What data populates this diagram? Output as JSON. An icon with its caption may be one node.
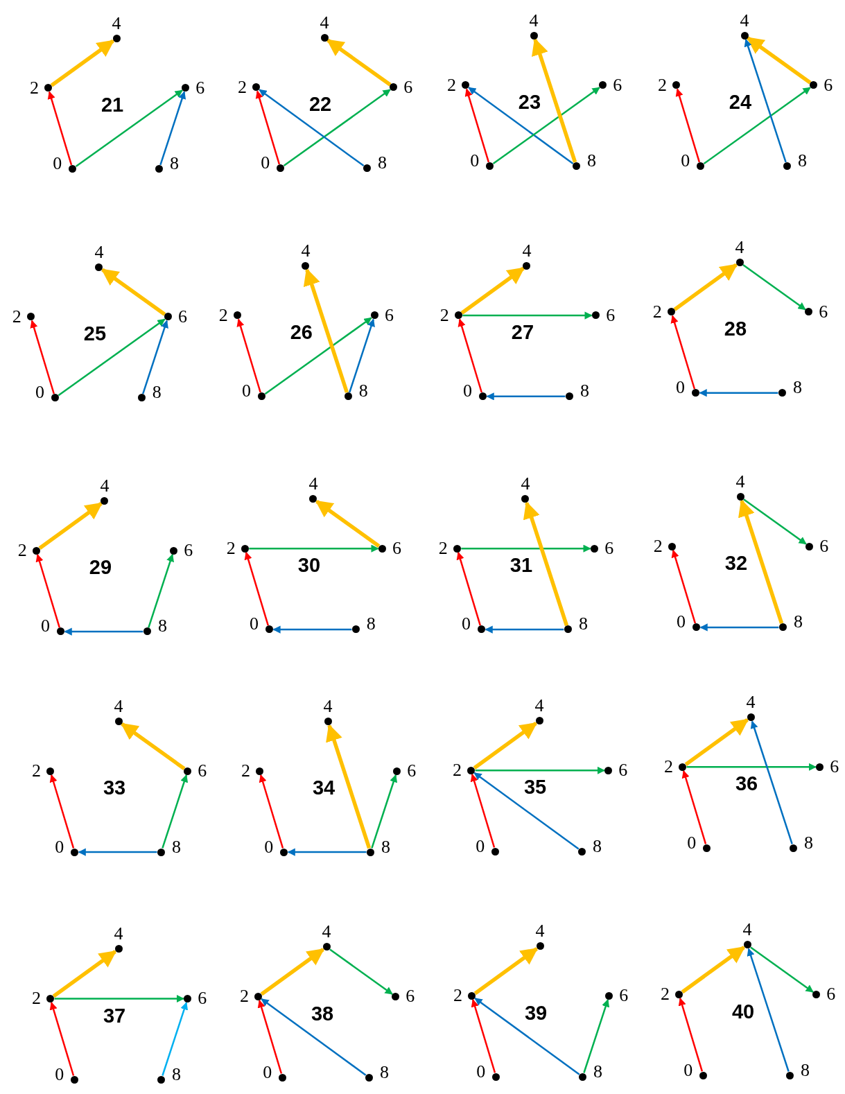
{
  "diagram": {
    "nodes": [
      {
        "text": [
          "4"
        ]
      },
      {
        "text": [
          "2"
        ]
      },
      {
        "text": [
          "6"
        ]
      },
      {
        "text": [
          "0"
        ]
      },
      {
        "text": [
          "8"
        ]
      },
      {
        "text": [
          "4"
        ]
      },
      {
        "text": [
          "2"
        ]
      },
      {
        "text": [
          "6"
        ]
      },
      {
        "text": [
          "0"
        ]
      },
      {
        "text": [
          "8"
        ]
      },
      {
        "text": [
          "4"
        ]
      },
      {
        "text": [
          "2"
        ]
      },
      {
        "text": [
          "6"
        ]
      },
      {
        "text": [
          "0"
        ]
      },
      {
        "text": [
          "8"
        ]
      },
      {
        "text": [
          "4"
        ]
      },
      {
        "text": [
          "2"
        ]
      },
      {
        "text": [
          "6"
        ]
      },
      {
        "text": [
          "0"
        ]
      },
      {
        "text": [
          "8"
        ]
      },
      {
        "text": [
          "4"
        ]
      },
      {
        "text": [
          "2"
        ]
      },
      {
        "text": [
          "6"
        ]
      },
      {
        "text": [
          "0"
        ]
      },
      {
        "text": [
          "8"
        ]
      },
      {
        "text": [
          "4"
        ]
      },
      {
        "text": [
          "2"
        ]
      },
      {
        "text": [
          "6"
        ]
      },
      {
        "text": [
          "0"
        ]
      },
      {
        "text": [
          "8"
        ]
      },
      {
        "text": [
          "4"
        ]
      },
      {
        "text": [
          "2"
        ]
      },
      {
        "text": [
          "6"
        ]
      },
      {
        "text": [
          "0"
        ]
      },
      {
        "text": [
          "8"
        ]
      },
      {
        "text": [
          "4"
        ]
      },
      {
        "text": [
          "2"
        ]
      },
      {
        "text": [
          "6"
        ]
      },
      {
        "text": [
          "0"
        ]
      },
      {
        "text": [
          "8"
        ]
      },
      {
        "text": [
          "4"
        ]
      },
      {
        "text": [
          "2"
        ]
      },
      {
        "text": [
          "6"
        ]
      },
      {
        "text": [
          "0"
        ]
      },
      {
        "text": [
          "8"
        ]
      },
      {
        "text": [
          "4"
        ]
      },
      {
        "text": [
          "2"
        ]
      },
      {
        "text": [
          "6"
        ]
      },
      {
        "text": [
          "0"
        ]
      },
      {
        "text": [
          "8"
        ]
      },
      {
        "text": [
          "4"
        ]
      },
      {
        "text": [
          "2"
        ]
      },
      {
        "text": [
          "6"
        ]
      },
      {
        "text": [
          "0"
        ]
      },
      {
        "text": [
          "8"
        ]
      },
      {
        "text": [
          "4"
        ]
      },
      {
        "text": [
          "2"
        ]
      },
      {
        "text": [
          "6"
        ]
      },
      {
        "text": [
          "0"
        ]
      },
      {
        "text": [
          "8"
        ]
      },
      {
        "text": [
          "4"
        ]
      },
      {
        "text": [
          "2"
        ]
      },
      {
        "text": [
          "6"
        ]
      },
      {
        "text": [
          "0"
        ]
      },
      {
        "text": [
          "8"
        ]
      },
      {
        "text": [
          "4"
        ]
      },
      {
        "text": [
          "2"
        ]
      },
      {
        "text": [
          "6"
        ]
      },
      {
        "text": [
          "0"
        ]
      },
      {
        "text": [
          "8"
        ]
      },
      {
        "text": [
          "4"
        ]
      },
      {
        "text": [
          "2"
        ]
      },
      {
        "text": [
          "6"
        ]
      },
      {
        "text": [
          "0"
        ]
      },
      {
        "text": [
          "8"
        ]
      },
      {
        "text": [
          "4"
        ]
      },
      {
        "text": [
          "2"
        ]
      },
      {
        "text": [
          "6"
        ]
      },
      {
        "text": [
          "0"
        ]
      },
      {
        "text": [
          "8"
        ]
      },
      {
        "text": [
          "4"
        ]
      },
      {
        "text": [
          "2"
        ]
      },
      {
        "text": [
          "6"
        ]
      },
      {
        "text": [
          "0"
        ]
      },
      {
        "text": [
          "8"
        ]
      },
      {
        "text": [
          "4"
        ]
      },
      {
        "text": [
          "2"
        ]
      },
      {
        "text": [
          "6"
        ]
      },
      {
        "text": [
          "0"
        ]
      },
      {
        "text": [
          "8"
        ]
      },
      {
        "text": [
          "4"
        ]
      },
      {
        "text": [
          "2"
        ]
      },
      {
        "text": [
          "6"
        ]
      },
      {
        "text": [
          "0"
        ]
      },
      {
        "text": [
          "8"
        ]
      },
      {
        "text": [
          "4"
        ]
      },
      {
        "text": [
          "2"
        ]
      },
      {
        "text": [
          "6"
        ]
      },
      {
        "text": [
          "0"
        ]
      },
      {
        "text": [
          "8"
        ]
      }
    ],
    "edges": [
      {
        "from": 1,
        "to": 0,
        "arrow": "to",
        "style": "thick",
        "color": "#ffc000"
      },
      {
        "from": 3,
        "to": 1,
        "arrow": "to",
        "color": "#ff0000"
      },
      {
        "from": 3,
        "to": 2,
        "arrow": "to",
        "color": "#00b050"
      },
      {
        "from": 4,
        "to": 2,
        "arrow": "to",
        "color": "#0070c0"
      },
      {
        "from": 7,
        "to": 5,
        "arrow": "to",
        "style": "thick",
        "color": "#ffc000"
      },
      {
        "from": 8,
        "to": 6,
        "arrow": "to",
        "color": "#ff0000"
      },
      {
        "from": 8,
        "to": 7,
        "arrow": "to",
        "color": "#00b050"
      },
      {
        "from": 9,
        "to": 6,
        "arrow": "to",
        "color": "#0070c0"
      },
      {
        "from": 13,
        "to": 11,
        "arrow": "to",
        "color": "#ff0000"
      },
      {
        "from": 14,
        "to": 11,
        "arrow": "to",
        "color": "#0070c0"
      },
      {
        "from": 13,
        "to": 12,
        "arrow": "to",
        "color": "#00b050"
      },
      {
        "from": 14,
        "to": 10,
        "arrow": "to",
        "style": "thick",
        "color": "#ffc000"
      },
      {
        "from": 18,
        "to": 16,
        "arrow": "to",
        "color": "#ff0000"
      },
      {
        "from": 18,
        "to": 17,
        "arrow": "to",
        "color": "#00b050"
      },
      {
        "from": 17,
        "to": 15,
        "arrow": "to",
        "style": "thick",
        "color": "#ffc000"
      },
      {
        "from": 19,
        "to": 15,
        "arrow": "to",
        "color": "#0070c0"
      },
      {
        "from": 23,
        "to": 21,
        "arrow": "to",
        "color": "#ff0000"
      },
      {
        "from": 23,
        "to": 22,
        "arrow": "to",
        "color": "#00b050"
      },
      {
        "from": 22,
        "to": 20,
        "arrow": "to",
        "style": "thick",
        "color": "#ffc000"
      },
      {
        "from": 24,
        "to": 22,
        "arrow": "to",
        "color": "#0070c0"
      },
      {
        "from": 28,
        "to": 26,
        "arrow": "to",
        "color": "#ff0000"
      },
      {
        "from": 28,
        "to": 27,
        "arrow": "to",
        "color": "#00b050"
      },
      {
        "from": 29,
        "to": 25,
        "arrow": "to",
        "style": "thick",
        "color": "#ffc000"
      },
      {
        "from": 29,
        "to": 27,
        "arrow": "to",
        "color": "#0070c0"
      },
      {
        "from": 33,
        "to": 31,
        "arrow": "to",
        "color": "#ff0000"
      },
      {
        "from": 31,
        "to": 30,
        "arrow": "to",
        "style": "thick",
        "color": "#ffc000"
      },
      {
        "from": 31,
        "to": 32,
        "arrow": "to",
        "color": "#00b050"
      },
      {
        "from": 34,
        "to": 33,
        "arrow": "to",
        "color": "#0070c0"
      },
      {
        "from": 38,
        "to": 36,
        "arrow": "to",
        "color": "#ff0000"
      },
      {
        "from": 36,
        "to": 35,
        "arrow": "to",
        "style": "thick",
        "color": "#ffc000"
      },
      {
        "from": 35,
        "to": 37,
        "arrow": "to",
        "color": "#00b050"
      },
      {
        "from": 39,
        "to": 38,
        "arrow": "to",
        "color": "#0070c0"
      },
      {
        "from": 43,
        "to": 41,
        "arrow": "to",
        "color": "#ff0000"
      },
      {
        "from": 41,
        "to": 40,
        "arrow": "to",
        "style": "thick",
        "color": "#ffc000"
      },
      {
        "from": 44,
        "to": 42,
        "arrow": "to",
        "color": "#00b050"
      },
      {
        "from": 44,
        "to": 43,
        "arrow": "to",
        "color": "#0070c0"
      },
      {
        "from": 48,
        "to": 46,
        "arrow": "to",
        "color": "#ff0000"
      },
      {
        "from": 47,
        "to": 45,
        "arrow": "to",
        "style": "thick",
        "color": "#ffc000"
      },
      {
        "from": 46,
        "to": 47,
        "arrow": "to",
        "color": "#00b050"
      },
      {
        "from": 49,
        "to": 48,
        "arrow": "to",
        "color": "#0070c0"
      },
      {
        "from": 53,
        "to": 51,
        "arrow": "to",
        "color": "#ff0000"
      },
      {
        "from": 51,
        "to": 52,
        "arrow": "to",
        "color": "#00b050"
      },
      {
        "from": 54,
        "to": 50,
        "arrow": "to",
        "style": "thick",
        "color": "#ffc000"
      },
      {
        "from": 54,
        "to": 53,
        "arrow": "to",
        "color": "#0070c0"
      },
      {
        "from": 58,
        "to": 56,
        "arrow": "to",
        "color": "#ff0000"
      },
      {
        "from": 55,
        "to": 57,
        "arrow": "to",
        "color": "#00b050"
      },
      {
        "from": 59,
        "to": 55,
        "arrow": "to",
        "style": "thick",
        "color": "#ffc000"
      },
      {
        "from": 59,
        "to": 58,
        "arrow": "to",
        "color": "#0070c0"
      },
      {
        "from": 63,
        "to": 61,
        "arrow": "to",
        "color": "#ff0000"
      },
      {
        "from": 62,
        "to": 60,
        "arrow": "to",
        "style": "thick",
        "color": "#ffc000"
      },
      {
        "from": 64,
        "to": 62,
        "arrow": "to",
        "color": "#00b050"
      },
      {
        "from": 64,
        "to": 63,
        "arrow": "to",
        "color": "#0070c0"
      },
      {
        "from": 68,
        "to": 66,
        "arrow": "to",
        "color": "#ff0000"
      },
      {
        "from": 69,
        "to": 65,
        "arrow": "to",
        "style": "thick",
        "color": "#ffc000"
      },
      {
        "from": 69,
        "to": 67,
        "arrow": "to",
        "color": "#00b050"
      },
      {
        "from": 69,
        "to": 68,
        "arrow": "to",
        "color": "#0070c0"
      },
      {
        "from": 73,
        "to": 71,
        "arrow": "to",
        "color": "#ff0000"
      },
      {
        "from": 71,
        "to": 70,
        "arrow": "to",
        "style": "thick",
        "color": "#ffc000"
      },
      {
        "from": 71,
        "to": 72,
        "arrow": "to",
        "color": "#00b050"
      },
      {
        "from": 74,
        "to": 71,
        "arrow": "to",
        "color": "#0070c0"
      },
      {
        "from": 78,
        "to": 76,
        "arrow": "to",
        "color": "#ff0000"
      },
      {
        "from": 76,
        "to": 75,
        "arrow": "to",
        "style": "thick",
        "color": "#ffc000"
      },
      {
        "from": 76,
        "to": 77,
        "arrow": "to",
        "color": "#00b050"
      },
      {
        "from": 79,
        "to": 75,
        "arrow": "to",
        "color": "#0070c0"
      },
      {
        "from": 83,
        "to": 81,
        "arrow": "to",
        "color": "#ff0000"
      },
      {
        "from": 81,
        "to": 80,
        "arrow": "to",
        "style": "thick",
        "color": "#ffc000"
      },
      {
        "from": 81,
        "to": 82,
        "arrow": "to",
        "color": "#00b050"
      },
      {
        "from": 84,
        "to": 82,
        "arrow": "to",
        "color": "#00b0f0"
      },
      {
        "from": 88,
        "to": 86,
        "arrow": "to",
        "color": "#ff0000"
      },
      {
        "from": 86,
        "to": 85,
        "arrow": "to",
        "style": "thick",
        "color": "#ffc000"
      },
      {
        "from": 85,
        "to": 87,
        "arrow": "to",
        "color": "#00b050"
      },
      {
        "from": 89,
        "to": 86,
        "arrow": "to",
        "color": "#0070c0"
      },
      {
        "from": 93,
        "to": 91,
        "arrow": "to",
        "color": "#ff0000"
      },
      {
        "from": 91,
        "to": 90,
        "arrow": "to",
        "style": "thick",
        "color": "#ffc000"
      },
      {
        "from": 94,
        "to": 92,
        "arrow": "to",
        "color": "#00b050"
      },
      {
        "from": 94,
        "to": 91,
        "arrow": "to",
        "color": "#0070c0"
      },
      {
        "from": 98,
        "to": 96,
        "arrow": "to",
        "color": "#ff0000"
      },
      {
        "from": 96,
        "to": 95,
        "arrow": "to",
        "style": "thick",
        "color": "#ffc000"
      },
      {
        "from": 95,
        "to": 97,
        "arrow": "to",
        "color": "#00b050"
      },
      {
        "from": 99,
        "to": 95,
        "arrow": "to",
        "color": "#0070c0"
      }
    ],
    "labels": [
      "21",
      "22",
      "23",
      "24",
      "25",
      "26",
      "27",
      "28",
      "29",
      "30",
      "31",
      "32",
      "33",
      "34",
      "35",
      "36",
      "37",
      "38",
      "39",
      "40"
    ]
  }
}
